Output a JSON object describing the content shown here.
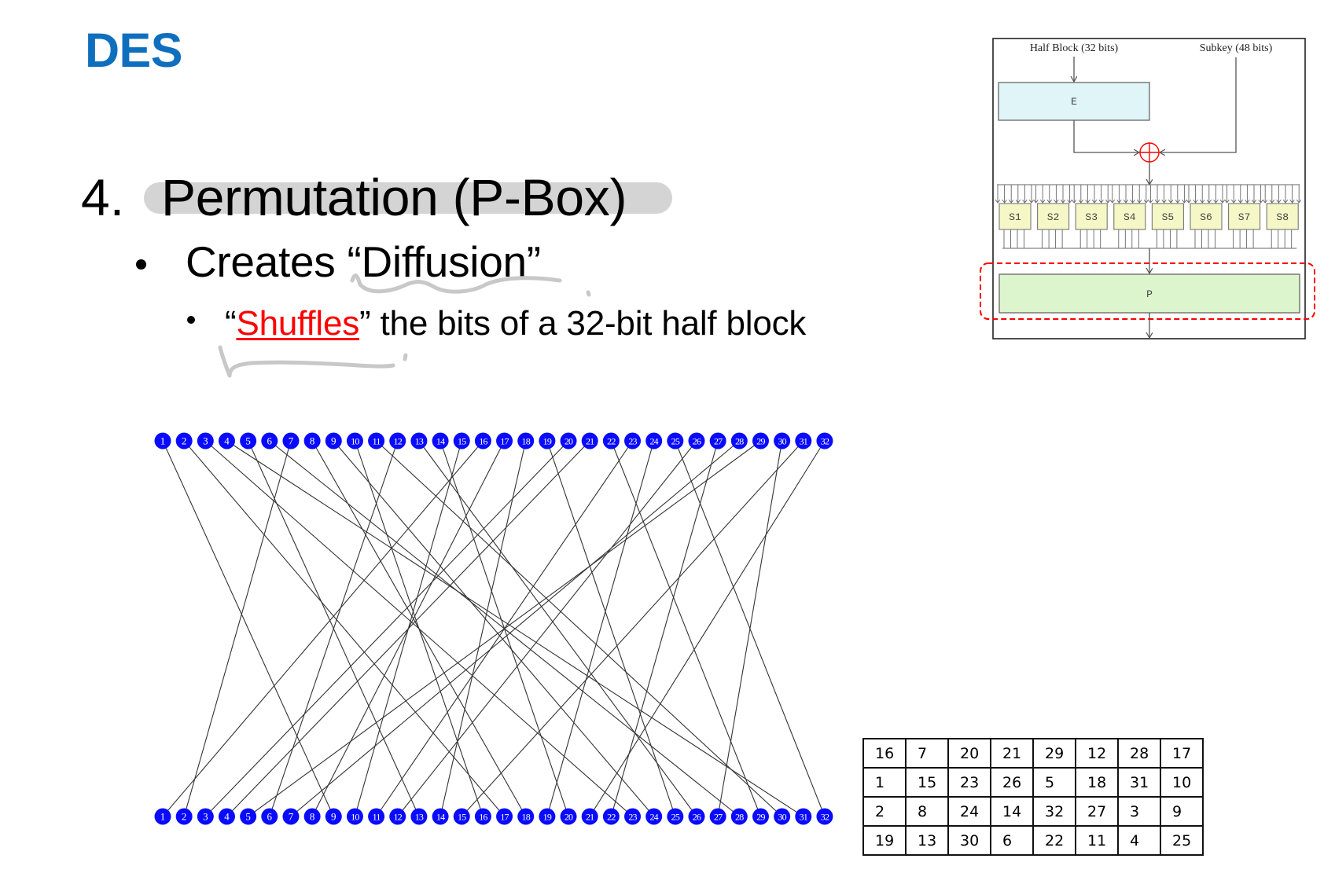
{
  "slide": {
    "title": "DES",
    "title_color": "#0f6fbf",
    "heading": {
      "number": "4.",
      "text": "Permutation (P-Box)",
      "highlight_color": "#d4d4d4"
    },
    "bullets": [
      {
        "level": 1,
        "text": "Creates “Diffusion”"
      },
      {
        "level": 2,
        "prefix": "“",
        "emphasis": "Shuffles",
        "suffix": "” the bits of a 32-bit half block",
        "emphasis_color": "#ff0000"
      }
    ]
  },
  "feistel_diagram": {
    "input_label": "Half Block (32 bits)",
    "subkey_label": "Subkey (48 bits)",
    "expansion_label": "E",
    "sboxes": [
      "S1",
      "S2",
      "S3",
      "S4",
      "S5",
      "S6",
      "S7",
      "S8"
    ],
    "permutation_label": "P",
    "colors": {
      "e_box": "#dff5f8",
      "sbox": "#f5f8c6",
      "p_box": "#dcf5cc",
      "xor": "#ff0000",
      "highlight_dash": "#ff0000"
    }
  },
  "wiring_diagram": {
    "node_color": "#0a0aff",
    "top_nodes": [
      1,
      2,
      3,
      4,
      5,
      6,
      7,
      8,
      9,
      10,
      11,
      12,
      13,
      14,
      15,
      16,
      17,
      18,
      19,
      20,
      21,
      22,
      23,
      24,
      25,
      26,
      27,
      28,
      29,
      30,
      31,
      32
    ],
    "bottom_nodes": [
      1,
      2,
      3,
      4,
      5,
      6,
      7,
      8,
      9,
      10,
      11,
      12,
      13,
      14,
      15,
      16,
      17,
      18,
      19,
      20,
      21,
      22,
      23,
      24,
      25,
      26,
      27,
      28,
      29,
      30,
      31,
      32
    ],
    "connections_bottom_to_top": [
      16,
      7,
      20,
      21,
      29,
      12,
      28,
      17,
      1,
      15,
      23,
      26,
      5,
      18,
      31,
      10,
      2,
      8,
      24,
      14,
      32,
      27,
      3,
      9,
      19,
      13,
      30,
      6,
      22,
      11,
      4,
      25
    ]
  },
  "permutation_table": {
    "rows": [
      [
        "16",
        "7",
        "20",
        "21",
        "29",
        "12",
        "28",
        "17"
      ],
      [
        "1",
        "15",
        "23",
        "26",
        "5",
        "18",
        "31",
        "10"
      ],
      [
        "2",
        "8",
        "24",
        "14",
        "32",
        "27",
        "3",
        "9"
      ],
      [
        "19",
        "13",
        "30",
        "6",
        "22",
        "11",
        "4",
        "25"
      ]
    ]
  }
}
